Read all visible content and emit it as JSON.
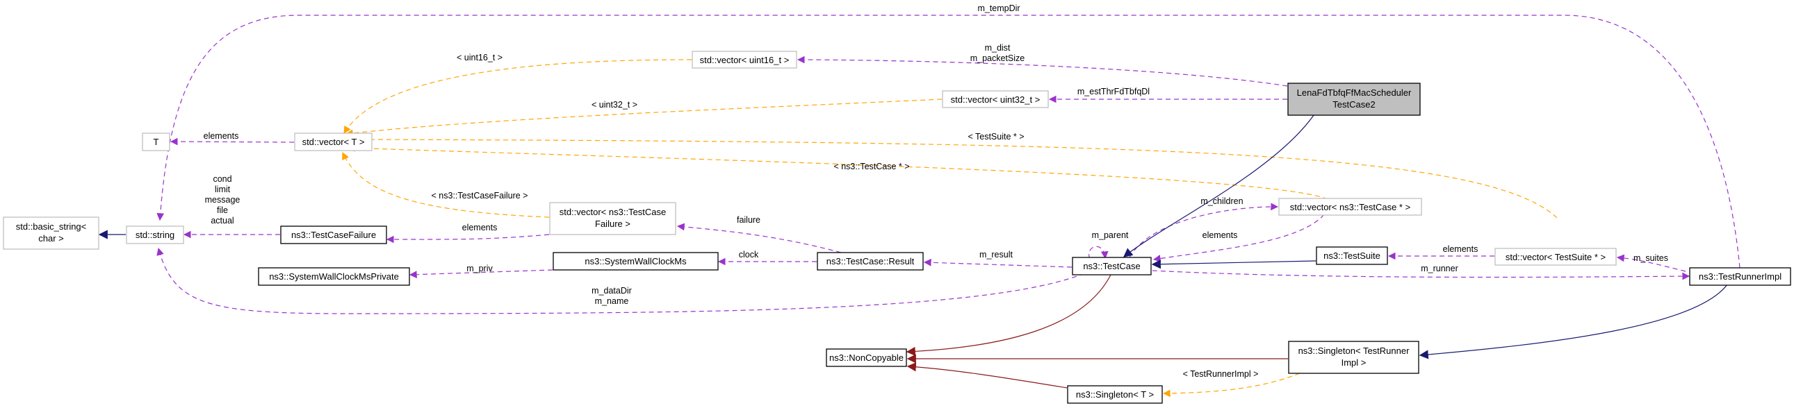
{
  "colors": {
    "member_edge": "#9a32cd",
    "template_edge": "#ffa500",
    "inherit_edge": "#191970",
    "private_inherit_edge": "#8b1a1a",
    "node_border": "#000000",
    "node_border_light": "#bfbfbf",
    "focus_fill": "#bfbfbf"
  },
  "nodes": {
    "lena": {
      "line1": "LenaFdTbfqFfMacScheduler",
      "line2": "TestCase2"
    },
    "vec_uint16": {
      "line1": "std::vector< uint16_t >"
    },
    "vec_uint32": {
      "line1": "std::vector< uint32_t >"
    },
    "t": {
      "line1": "T"
    },
    "vector_t": {
      "line1": "std::vector< T >"
    },
    "basic_string": {
      "line1": "std::basic_string<",
      "line2": "char >"
    },
    "string": {
      "line1": "std::string"
    },
    "testcasefailure": {
      "line1": "ns3::TestCaseFailure"
    },
    "vec_tcf": {
      "line1": "std::vector< ns3::TestCase",
      "line2": "Failure >"
    },
    "syswallpriv": {
      "line1": "ns3::SystemWallClockMsPrivate"
    },
    "syswall": {
      "line1": "ns3::SystemWallClockMs"
    },
    "result": {
      "line1": "ns3::TestCase::Result"
    },
    "testcase": {
      "line1": "ns3::TestCase"
    },
    "vec_tcptr": {
      "line1": "std::vector< ns3::TestCase * >"
    },
    "testsuite": {
      "line1": "ns3::TestSuite"
    },
    "vec_tsptr": {
      "line1": "std::vector< TestSuite * >"
    },
    "runnerimpl": {
      "line1": "ns3::TestRunnerImpl"
    },
    "noncopyable": {
      "line1": "ns3::NonCopyable"
    },
    "singleton_runner": {
      "line1": "ns3::Singleton< TestRunner",
      "line2": "Impl >"
    },
    "singleton_t": {
      "line1": "ns3::Singleton< T >"
    }
  },
  "labels": {
    "m_tempDir": "m_tempDir",
    "m_dist": "m_dist",
    "m_packetSize": "m_packetSize",
    "uint16": "< uint16_t >",
    "uint32": "< uint32_t >",
    "m_estThr": "m_estThrFdTbfqDl",
    "elements_t": "elements",
    "testsuite_ptr": "< TestSuite * >",
    "testcase_ptr": "< ns3::TestCase * >",
    "cond": "cond",
    "limit": "limit",
    "message": "message",
    "file": "file",
    "actual": "actual",
    "tcf_tmpl": "< ns3::TestCaseFailure >",
    "elements_tcf": "elements",
    "failure": "failure",
    "m_children": "m_children",
    "m_parent": "m_parent",
    "elements_tc": "elements",
    "m_priv": "m_priv",
    "clock": "clock",
    "m_result": "m_result",
    "m_dataDir": "m_dataDir",
    "m_name": "m_name",
    "elements_ts": "elements",
    "m_suites": "m_suites",
    "m_runner": "m_runner",
    "runnerimpl_tmpl": "< TestRunnerImpl >"
  }
}
